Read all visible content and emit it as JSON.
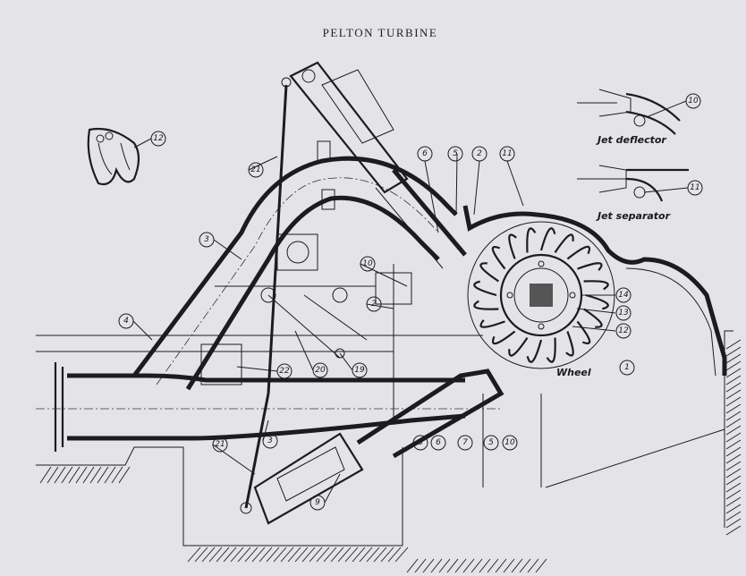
{
  "title": "PELTON TURBINE",
  "captions": {
    "jet_deflector": "Jet deflector",
    "jet_separator": "Jet separator",
    "wheel": "Wheel"
  },
  "labels": {
    "n1": "1",
    "n2a": "2",
    "n2b": "2",
    "n3a": "3",
    "n3b": "3",
    "n4": "4",
    "n5a": "5",
    "n5b": "5",
    "n6a": "6",
    "n6b": "6",
    "n7": "7",
    "n8": "8",
    "n9": "9",
    "n10a": "10",
    "n10b": "10",
    "n10c": "10",
    "n11a": "11",
    "n11b": "11",
    "n12a": "12",
    "n12b": "12",
    "n13": "13",
    "n14": "14",
    "n19": "19",
    "n20": "20",
    "n21a": "21",
    "n21b": "21",
    "n22": "22"
  },
  "colors": {
    "paper": "#e4e4e8",
    "ink": "#1c1c1c"
  }
}
